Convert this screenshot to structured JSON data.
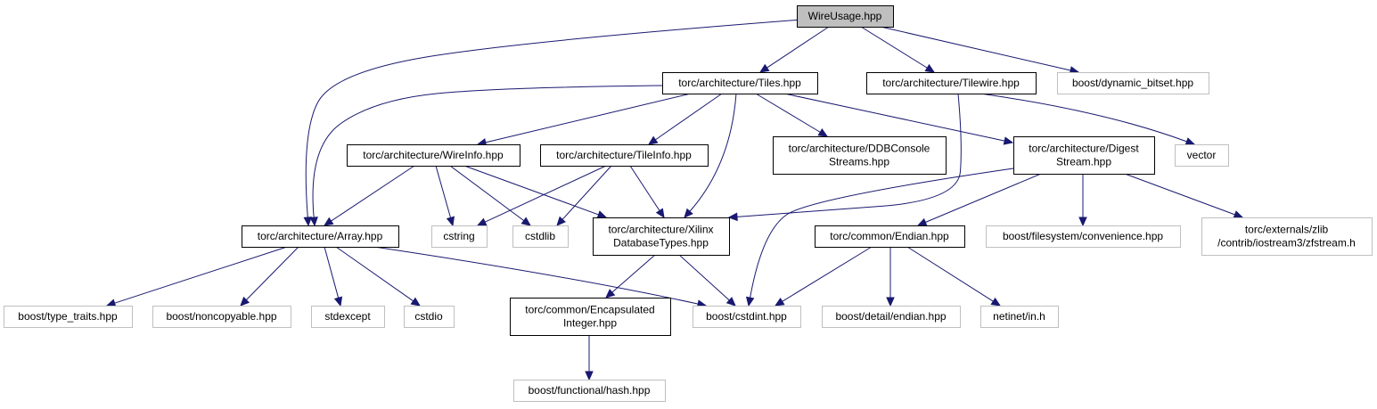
{
  "diagram": {
    "colors": {
      "edge": "#191970",
      "root_fill": "#bfbfbf",
      "internal_border": "#000000",
      "external_border": "#bfbfbf",
      "node_fill": "#ffffff"
    },
    "nodes": [
      {
        "id": "wireusage",
        "kind": "root",
        "lines": [
          "WireUsage.hpp"
        ]
      },
      {
        "id": "tiles",
        "kind": "internal",
        "lines": [
          "torc/architecture/Tiles.hpp"
        ]
      },
      {
        "id": "tilewire",
        "kind": "internal",
        "lines": [
          "torc/architecture/Tilewire.hpp"
        ]
      },
      {
        "id": "dynbitset",
        "kind": "external",
        "lines": [
          "boost/dynamic_bitset.hpp"
        ]
      },
      {
        "id": "wireinfo",
        "kind": "internal",
        "lines": [
          "torc/architecture/WireInfo.hpp"
        ]
      },
      {
        "id": "tileinfo",
        "kind": "internal",
        "lines": [
          "torc/architecture/TileInfo.hpp"
        ]
      },
      {
        "id": "ddbconsole",
        "kind": "internal",
        "lines": [
          "torc/architecture/DDBConsole",
          "Streams.hpp"
        ]
      },
      {
        "id": "digest",
        "kind": "internal",
        "lines": [
          "torc/architecture/Digest",
          "Stream.hpp"
        ]
      },
      {
        "id": "vector",
        "kind": "external",
        "lines": [
          "vector"
        ]
      },
      {
        "id": "array",
        "kind": "internal",
        "lines": [
          "torc/architecture/Array.hpp"
        ]
      },
      {
        "id": "cstring",
        "kind": "external",
        "lines": [
          "cstring"
        ]
      },
      {
        "id": "cstdlib",
        "kind": "external",
        "lines": [
          "cstdlib"
        ]
      },
      {
        "id": "xilinx",
        "kind": "internal",
        "lines": [
          "torc/architecture/Xilinx",
          "DatabaseTypes.hpp"
        ]
      },
      {
        "id": "endian",
        "kind": "internal",
        "lines": [
          "torc/common/Endian.hpp"
        ]
      },
      {
        "id": "fsconv",
        "kind": "external",
        "lines": [
          "boost/filesystem/convenience.hpp"
        ]
      },
      {
        "id": "zlib",
        "kind": "external",
        "lines": [
          "torc/externals/zlib",
          "/contrib/iostream3/zfstream.h"
        ]
      },
      {
        "id": "typetraits",
        "kind": "external",
        "lines": [
          "boost/type_traits.hpp"
        ]
      },
      {
        "id": "noncopyable",
        "kind": "external",
        "lines": [
          "boost/noncopyable.hpp"
        ]
      },
      {
        "id": "stdexcept",
        "kind": "external",
        "lines": [
          "stdexcept"
        ]
      },
      {
        "id": "cstdio",
        "kind": "external",
        "lines": [
          "cstdio"
        ]
      },
      {
        "id": "encint",
        "kind": "internal",
        "lines": [
          "torc/common/Encapsulated",
          "Integer.hpp"
        ]
      },
      {
        "id": "cstdint",
        "kind": "external",
        "lines": [
          "boost/cstdint.hpp"
        ]
      },
      {
        "id": "detailendian",
        "kind": "external",
        "lines": [
          "boost/detail/endian.hpp"
        ]
      },
      {
        "id": "netinet",
        "kind": "external",
        "lines": [
          "netinet/in.h"
        ]
      },
      {
        "id": "hash",
        "kind": "external",
        "lines": [
          "boost/functional/hash.hpp"
        ]
      }
    ],
    "edges": [
      [
        "wireusage",
        "tiles"
      ],
      [
        "wireusage",
        "tilewire"
      ],
      [
        "wireusage",
        "dynbitset"
      ],
      [
        "wireusage",
        "array"
      ],
      [
        "tiles",
        "wireinfo"
      ],
      [
        "tiles",
        "tileinfo"
      ],
      [
        "tiles",
        "ddbconsole"
      ],
      [
        "tiles",
        "digest"
      ],
      [
        "tiles",
        "array"
      ],
      [
        "tiles",
        "xilinx"
      ],
      [
        "tilewire",
        "vector"
      ],
      [
        "tilewire",
        "xilinx"
      ],
      [
        "wireinfo",
        "array"
      ],
      [
        "wireinfo",
        "cstring"
      ],
      [
        "wireinfo",
        "cstdlib"
      ],
      [
        "wireinfo",
        "xilinx"
      ],
      [
        "tileinfo",
        "cstring"
      ],
      [
        "tileinfo",
        "cstdlib"
      ],
      [
        "tileinfo",
        "xilinx"
      ],
      [
        "digest",
        "cstdint"
      ],
      [
        "digest",
        "endian"
      ],
      [
        "digest",
        "fsconv"
      ],
      [
        "digest",
        "zlib"
      ],
      [
        "array",
        "typetraits"
      ],
      [
        "array",
        "noncopyable"
      ],
      [
        "array",
        "stdexcept"
      ],
      [
        "array",
        "cstdio"
      ],
      [
        "array",
        "cstdint"
      ],
      [
        "xilinx",
        "encint"
      ],
      [
        "xilinx",
        "cstdint"
      ],
      [
        "endian",
        "cstdint"
      ],
      [
        "endian",
        "detailendian"
      ],
      [
        "endian",
        "netinet"
      ],
      [
        "encint",
        "hash"
      ]
    ]
  }
}
